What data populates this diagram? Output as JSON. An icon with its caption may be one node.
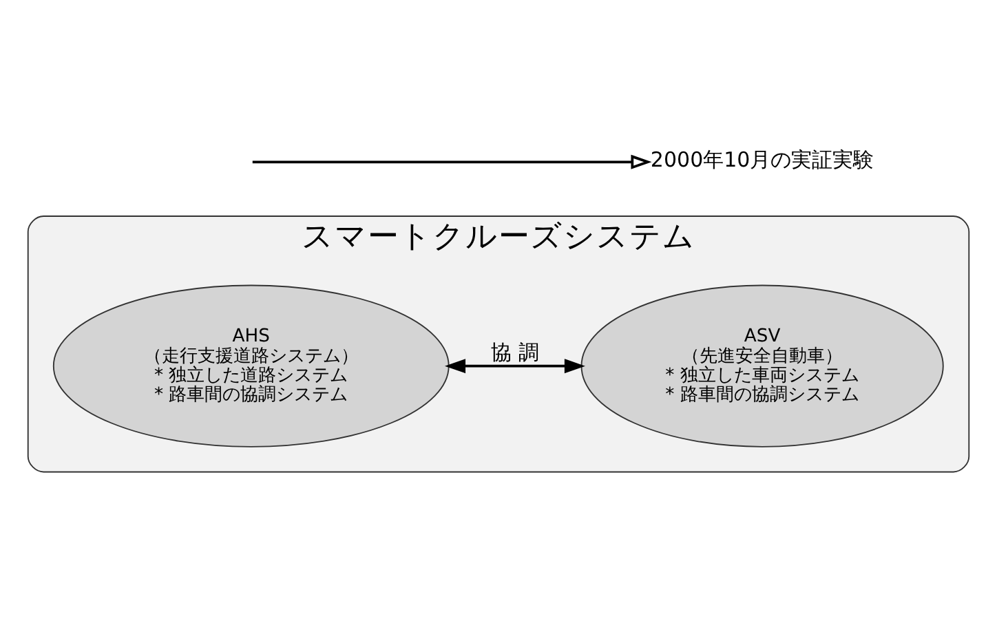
{
  "diagram": {
    "nodes": [
      {
        "text": [
          "スマートクルーズシステム"
        ]
      },
      {
        "text": [
          "AHS",
          "（走行支援道路システム）",
          "* 独立した道路システム",
          "* 路車間の協調システム"
        ],
        "in": 0
      },
      {
        "text": [
          "ASV",
          "（先進安全自動車）",
          "* 独立した車両システム",
          "* 路車間の協調システム"
        ],
        "in": 0
      },
      {
        "text": [
          "2000年10月の実証実験"
        ]
      }
    ],
    "edges": [
      {
        "from": 1,
        "to": 2,
        "arrow": "both",
        "label": "協 調"
      },
      {
        "from": null,
        "to": 3,
        "arrow": "to"
      }
    ]
  }
}
